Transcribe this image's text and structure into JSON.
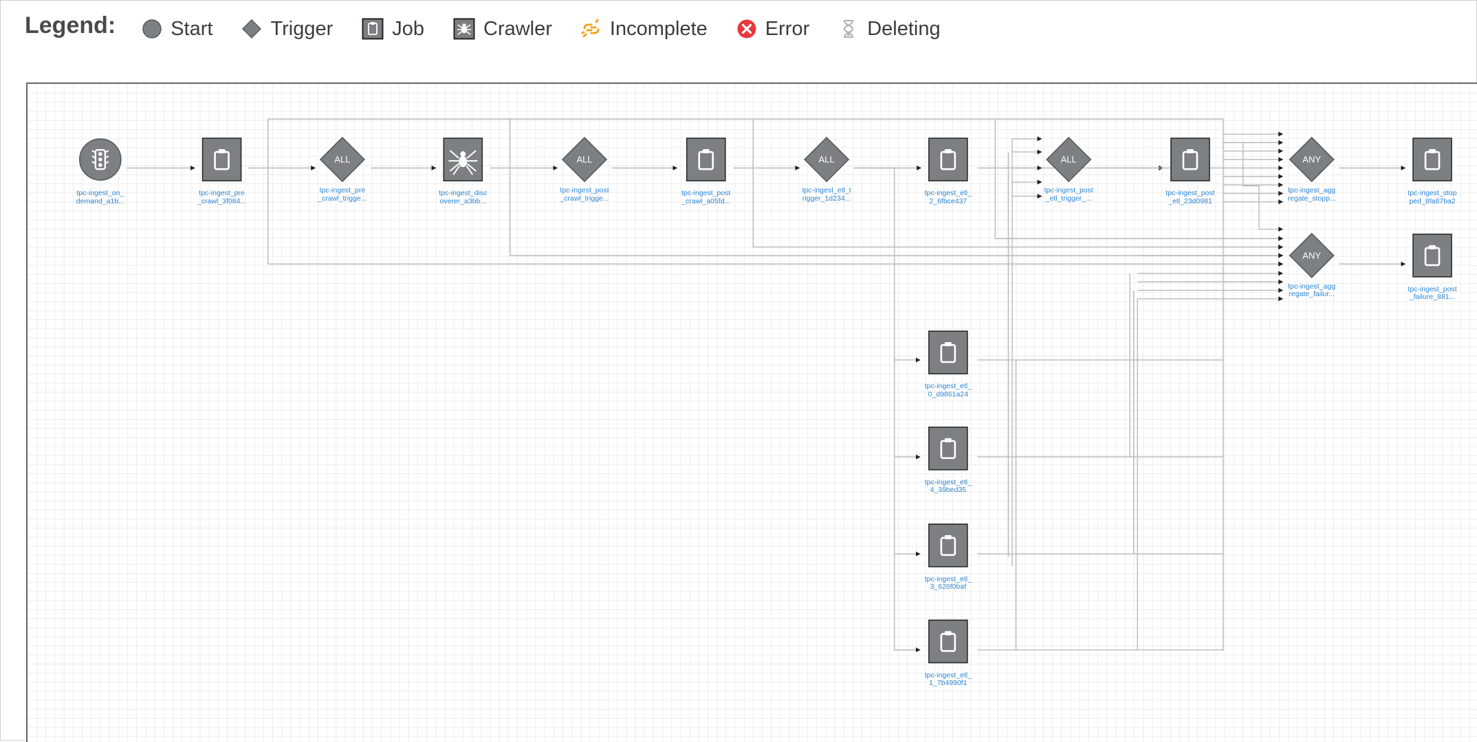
{
  "legend": {
    "title": "Legend:",
    "items": [
      {
        "label": "Start",
        "icon": "start-icon"
      },
      {
        "label": "Trigger",
        "icon": "trigger-icon"
      },
      {
        "label": "Job",
        "icon": "job-icon"
      },
      {
        "label": "Crawler",
        "icon": "crawler-icon"
      },
      {
        "label": "Incomplete",
        "icon": "incomplete-icon"
      },
      {
        "label": "Error",
        "icon": "error-icon"
      },
      {
        "label": "Deleting",
        "icon": "deleting-icon"
      }
    ]
  },
  "colors": {
    "node_fill": "#7c8082",
    "node_stroke": "#555a5c",
    "edge": "#b9b9b9",
    "label": "#2f86d3",
    "incomplete": "#f0a41c",
    "error": "#e8383d",
    "deleting": "#b0b0b0"
  },
  "nodes": [
    {
      "id": "start",
      "type": "start",
      "icon": "traffic-light-icon",
      "label": [
        "tpc-ingest_on_",
        "demand_a1b..."
      ]
    },
    {
      "id": "pre_crawl",
      "type": "job",
      "icon": "clipboard-icon",
      "label": [
        "tpc-ingest_pre",
        "_crawl_3f084..."
      ]
    },
    {
      "id": "pre_crawl_trigger",
      "type": "trigger",
      "text": "ALL",
      "label": [
        "tpc-ingest_pre",
        "_crawl_trigge..."
      ]
    },
    {
      "id": "discoverer",
      "type": "crawler",
      "icon": "spider-icon",
      "label": [
        "tpc-ingest_disc",
        "overer_a3bb..."
      ]
    },
    {
      "id": "post_crawl_trigger",
      "type": "trigger",
      "text": "ALL",
      "label": [
        "tpc-ingest_post",
        "_crawl_trigge..."
      ]
    },
    {
      "id": "post_crawl",
      "type": "job",
      "icon": "clipboard-icon",
      "label": [
        "tpc-ingest_post",
        "_crawl_a05fd..."
      ]
    },
    {
      "id": "etl_trigger",
      "type": "trigger",
      "text": "ALL",
      "label": [
        "tpc-ingest_etl_t",
        "rigger_1d234..."
      ]
    },
    {
      "id": "etl_2",
      "type": "job",
      "icon": "clipboard-icon",
      "label": [
        "tpc-ingest_etl_",
        "2_6fbce437"
      ]
    },
    {
      "id": "post_etl_trigger",
      "type": "trigger",
      "text": "ALL",
      "label": [
        "tpc-ingest_post",
        "_etl_trigger_..."
      ]
    },
    {
      "id": "post_etl",
      "type": "job",
      "icon": "clipboard-icon",
      "label": [
        "tpc-ingest_post",
        "_etl_23d0981"
      ]
    },
    {
      "id": "agg_stopped",
      "type": "trigger",
      "text": "ANY",
      "label": [
        "tpc-ingest_agg",
        "regate_stopp..."
      ]
    },
    {
      "id": "stopped",
      "type": "job",
      "icon": "clipboard-icon",
      "label": [
        "tpc-ingest_stop",
        "ped_8fa87ba2"
      ]
    },
    {
      "id": "agg_failure",
      "type": "trigger",
      "text": "ANY",
      "label": [
        "tpc-ingest_agg",
        "regate_failur..."
      ]
    },
    {
      "id": "post_failure",
      "type": "job",
      "icon": "clipboard-icon",
      "label": [
        "tpc-ingest_post",
        "_failure_881..."
      ]
    },
    {
      "id": "etl_0",
      "type": "job",
      "icon": "clipboard-icon",
      "label": [
        "tpc-ingest_etl_",
        "0_d9861a24"
      ]
    },
    {
      "id": "etl_4",
      "type": "job",
      "icon": "clipboard-icon",
      "label": [
        "tpc-ingest_etl_",
        "4_39bed35"
      ]
    },
    {
      "id": "etl_3",
      "type": "job",
      "icon": "clipboard-icon",
      "label": [
        "tpc-ingest_etl_",
        "3_626f0baf"
      ]
    },
    {
      "id": "etl_1",
      "type": "job",
      "icon": "clipboard-icon",
      "label": [
        "tpc-ingest_etl_",
        "1_7b4990f1"
      ]
    }
  ]
}
